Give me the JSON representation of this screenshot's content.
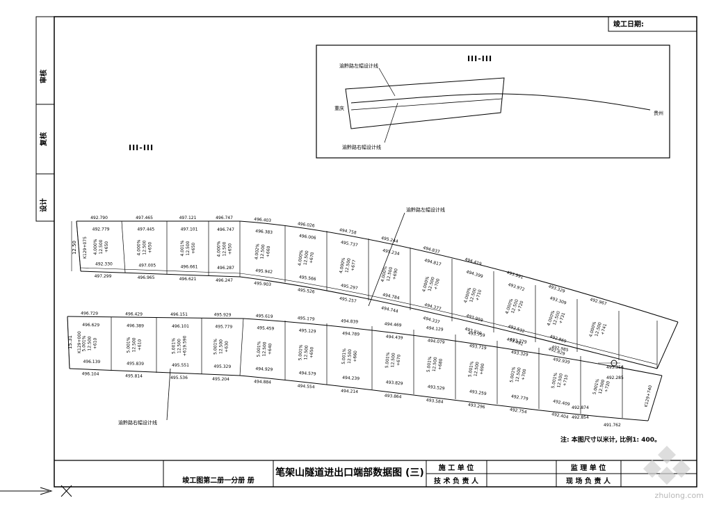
{
  "completion_date_label": "竣工日期:",
  "side_labels": [
    "审核",
    "复核",
    "设计"
  ],
  "inset": {
    "section": "III-III",
    "left_line_label": "渝黔路左幅设计线",
    "right_line_label": "渝黔路右幅设计线",
    "city_left": "重庆",
    "city_right": "贵州"
  },
  "main_section_label": "III-III",
  "main_left_line_label": "渝黔路左幅设计线",
  "main_right_line_label": "渝黔路右幅设计线",
  "upper_width": "12.50",
  "upper_start_station": "K129+075",
  "lower_width": "15.31",
  "lower_start_station": "K129+000",
  "upper_top_elev": [
    "492.790",
    "497.465",
    "497.121",
    "496.747",
    "496.403",
    "496.026",
    "494.758",
    "495.244",
    "494.837",
    "494.419",
    "493.991",
    "493.329",
    "492.967"
  ],
  "upper_top_elev2": [
    "492.779",
    "497.445",
    "497.101",
    "496.747",
    "496.383",
    "496.006",
    "495.737",
    "495.234",
    "494.817",
    "494.399",
    "493.972",
    "493.309"
  ],
  "upper_bot_elev": [
    "492.330",
    "497.005",
    "496.661",
    "496.287",
    "495.942",
    "495.566",
    "495.297",
    "494.784",
    "494.377",
    "493.959",
    "493.532",
    "492.869"
  ],
  "upper_bot_elev2": [
    "497.299",
    "496.965",
    "496.621",
    "496.247",
    "495.903",
    "495.526",
    "495.257",
    "494.744",
    "494.337",
    "493.919",
    "493.492",
    "492.829"
  ],
  "upper_cell_slopes": [
    "4.000%",
    "4.000%",
    "4.001%",
    "4.000%",
    "4.002%",
    "4.000%",
    "4.000%",
    "4.000%",
    "4.000%",
    "4.000%",
    "4.000%",
    "4.000%",
    "4.000%"
  ],
  "upper_cell_widths": [
    "12.500",
    "12.500",
    "12.500",
    "12.500",
    "12.500",
    "12.500",
    "12.500",
    "12.500",
    "12.500",
    "12.500",
    "12.500",
    "12.500",
    "12.500"
  ],
  "upper_cell_offsets": [
    "+650",
    "+650",
    "+650",
    "+650",
    "+660",
    "+670",
    "+677",
    "+690",
    "+700",
    "+710",
    "+720",
    "+731",
    "+741"
  ],
  "lower_top_elev": [
    "496.729",
    "496.429",
    "496.151",
    "495.929",
    "495.619",
    "495.179",
    "494.839",
    "494.469",
    "494.129",
    "493.759",
    "493.379",
    "492.985"
  ],
  "lower_top_elev2": [
    "496.629",
    "496.389",
    "496.101",
    "495.779",
    "495.459",
    "495.129",
    "494.789",
    "494.439",
    "494.079",
    "493.719",
    "493.329",
    "492.939"
  ],
  "lower_bot_elev": [
    "496.139",
    "495.839",
    "495.551",
    "495.329",
    "494.929",
    "494.579",
    "494.239",
    "493.829",
    "493.529",
    "493.259",
    "492.779",
    "492.409"
  ],
  "lower_bot_elev2": [
    "496.104",
    "495.814",
    "495.536",
    "495.204",
    "494.884",
    "494.554",
    "494.214",
    "493.864",
    "493.584",
    "493.296",
    "492.754",
    "492.404"
  ],
  "lower_cell_slopes": [
    "5.001%",
    "5.001%",
    "5.001%",
    "5.001%",
    "5.001%",
    "5.001%",
    "5.001%",
    "5.001%",
    "5.001%",
    "5.001%",
    "5.001%",
    "5.001%",
    "5.001%"
  ],
  "lower_cell_widths": [
    "12.500",
    "12.500",
    "12.500",
    "12.500",
    "12.500",
    "12.500",
    "12.500",
    "12.500",
    "12.500",
    "12.500",
    "12.500",
    "12.500",
    "12.500"
  ],
  "lower_cell_offsets": [
    "+610",
    "+610",
    "+619.590",
    "+630",
    "+640",
    "+650",
    "+660",
    "+670",
    "+680",
    "+690",
    "+700",
    "+710",
    "+720"
  ],
  "right_tail_elev": [
    "492.285",
    "492.874",
    "491.762",
    "493.356",
    "492.854"
  ],
  "right_tail_station": "K129+740",
  "note": "注: 本图尺寸以米计, 比例1: 400。",
  "title_block": {
    "volume": "竣工图第二册一分册 册",
    "drawing_title": "笔架山隧道进出口端部数据图 (三)",
    "construction_unit": "施 工 单 位",
    "technical_lead": "技 术 负 责 人",
    "supervision_unit": "监 理 单 位",
    "site_lead": "现 场 负 责 人"
  },
  "watermark": "zhulong.com"
}
